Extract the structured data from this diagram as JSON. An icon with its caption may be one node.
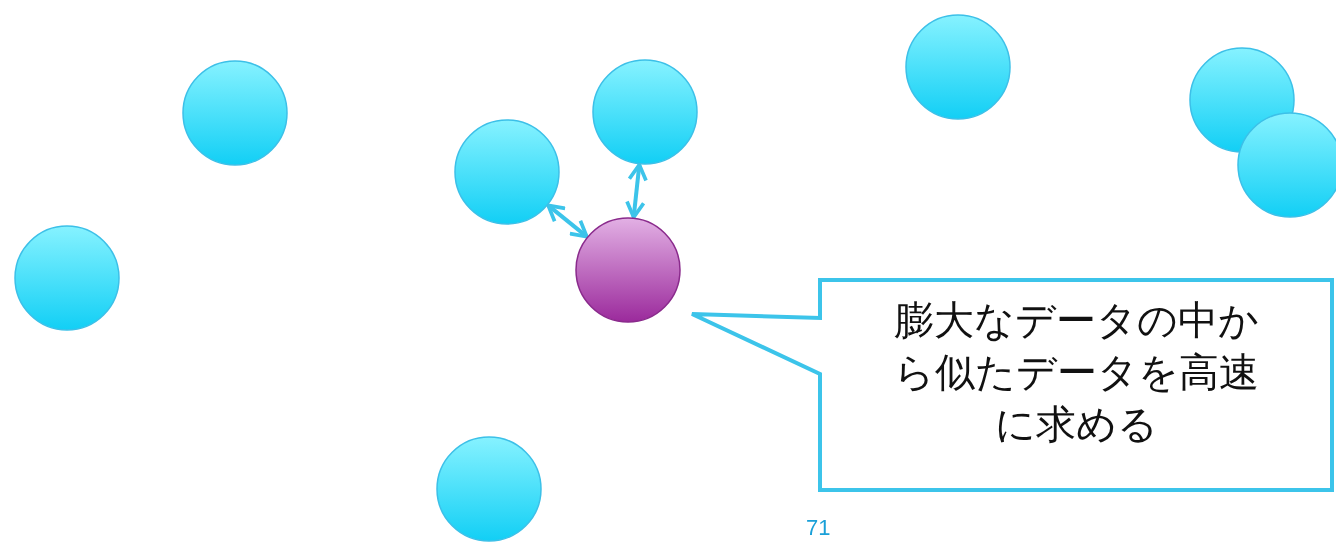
{
  "diagram": {
    "nodes": [
      {
        "text": [],
        "shape": "circle"
      },
      {
        "text": [],
        "shape": "circle"
      },
      {
        "text": [],
        "shape": "circle"
      },
      {
        "text": [],
        "shape": "circle"
      },
      {
        "text": [],
        "shape": "circle"
      },
      {
        "text": [],
        "shape": "circle"
      },
      {
        "text": [],
        "shape": "circle"
      },
      {
        "text": [],
        "shape": "circle"
      },
      {
        "text": [],
        "shape": "circle"
      },
      {
        "text": [
          "膨大なデータの中から似たデータを高速に求める"
        ]
      }
    ],
    "edges": [
      {
        "from": 4,
        "to": 3,
        "arrow": "both"
      },
      {
        "from": 4,
        "to": 5,
        "arrow": "both"
      }
    ],
    "labels": [
      "71"
    ]
  }
}
